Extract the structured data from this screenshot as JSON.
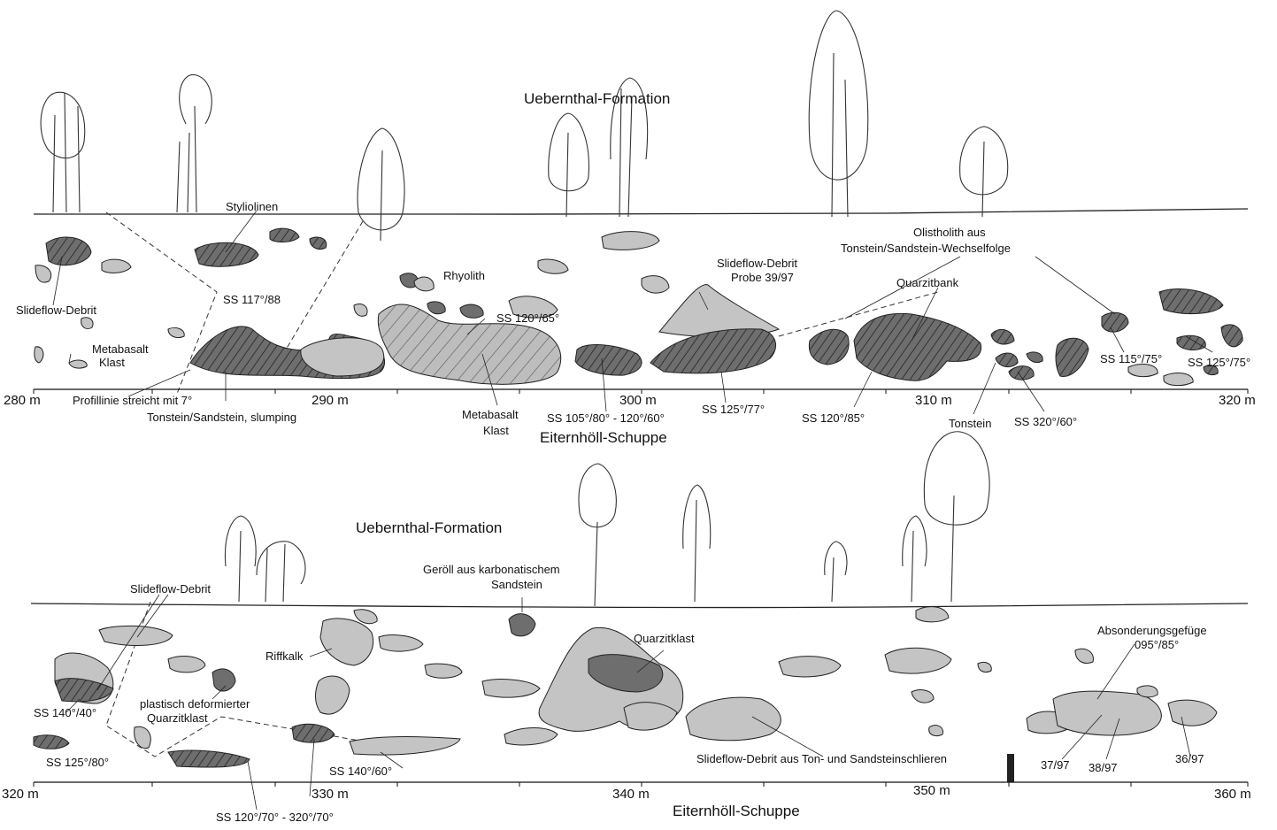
{
  "upper": {
    "formation_top": "Uebernthal-Formation",
    "formation_bottom": "Eiternhöll-Schuppe",
    "axis_ticks": [
      "280 m",
      "290 m",
      "300 m",
      "310 m",
      "320 m"
    ],
    "labels": {
      "stylolines": "Styliolinen",
      "slideflow_left": "Slideflow-Debrit",
      "metabasalt_left_1": "Metabasalt",
      "metabasalt_left_2": "Klast",
      "ss_117": "SS 117°/88",
      "profile_line": "Profillinie streicht mit 7°",
      "tonstein_slump": "Tonstein/Sandstein, slumping",
      "rhyolith": "Rhyolith",
      "ss_120_65": "SS 120°/65°",
      "metabasalt_mid_1": "Metabasalt",
      "metabasalt_mid_2": "Klast",
      "ss_105": "SS 105°/80° - 120°/60°",
      "slideflow_probe_1": "Slideflow-Debrit",
      "slideflow_probe_2": "Probe 39/97",
      "ss_125_77": "SS 125°/77°",
      "olistholith_1": "Olistholith aus",
      "olistholith_2": "Tonstein/Sandstein-Wechselfolge",
      "quarzitbank": "Quarzitbank",
      "ss_120_85": "SS 120°/85°",
      "tonstein": "Tonstein",
      "ss_320_60": "SS 320°/60°",
      "ss_115_75": "SS 115°/75°",
      "ss_125_75": "SS 125°/75°"
    }
  },
  "lower": {
    "formation_top": "Uebernthal-Formation",
    "formation_bottom": "Eiternhöll-Schuppe",
    "axis_ticks": [
      "320 m",
      "330 m",
      "340 m",
      "350 m",
      "360 m"
    ],
    "labels": {
      "slideflow": "Slideflow-Debrit",
      "riffkalk": "Riffkalk",
      "ss_140_40": "SS 140°/40°",
      "plastisch_1": "plastisch deformierter",
      "plastisch_2": "Quarzitklast",
      "ss_125_80": "SS 125°/80°",
      "ss_120_70": "SS 120°/70° - 320°/70°",
      "ss_140_60": "SS 140°/60°",
      "geroell_1": "Geröll aus karbonatischem",
      "geroell_2": "Sandstein",
      "quarzitklast": "Quarzitklast",
      "slideflow_ton": "Slideflow-Debrit aus Ton- und Sandsteinschlieren",
      "absonderung_1": "Absonderungsgefüge",
      "absonderung_2": "095°/85°",
      "probe_37": "37/97",
      "probe_38": "38/97",
      "probe_36": "36/97"
    }
  },
  "colors": {
    "light_rock": "#c4c4c4",
    "dark_rock": "#6e6e6e",
    "ink": "#111111"
  }
}
